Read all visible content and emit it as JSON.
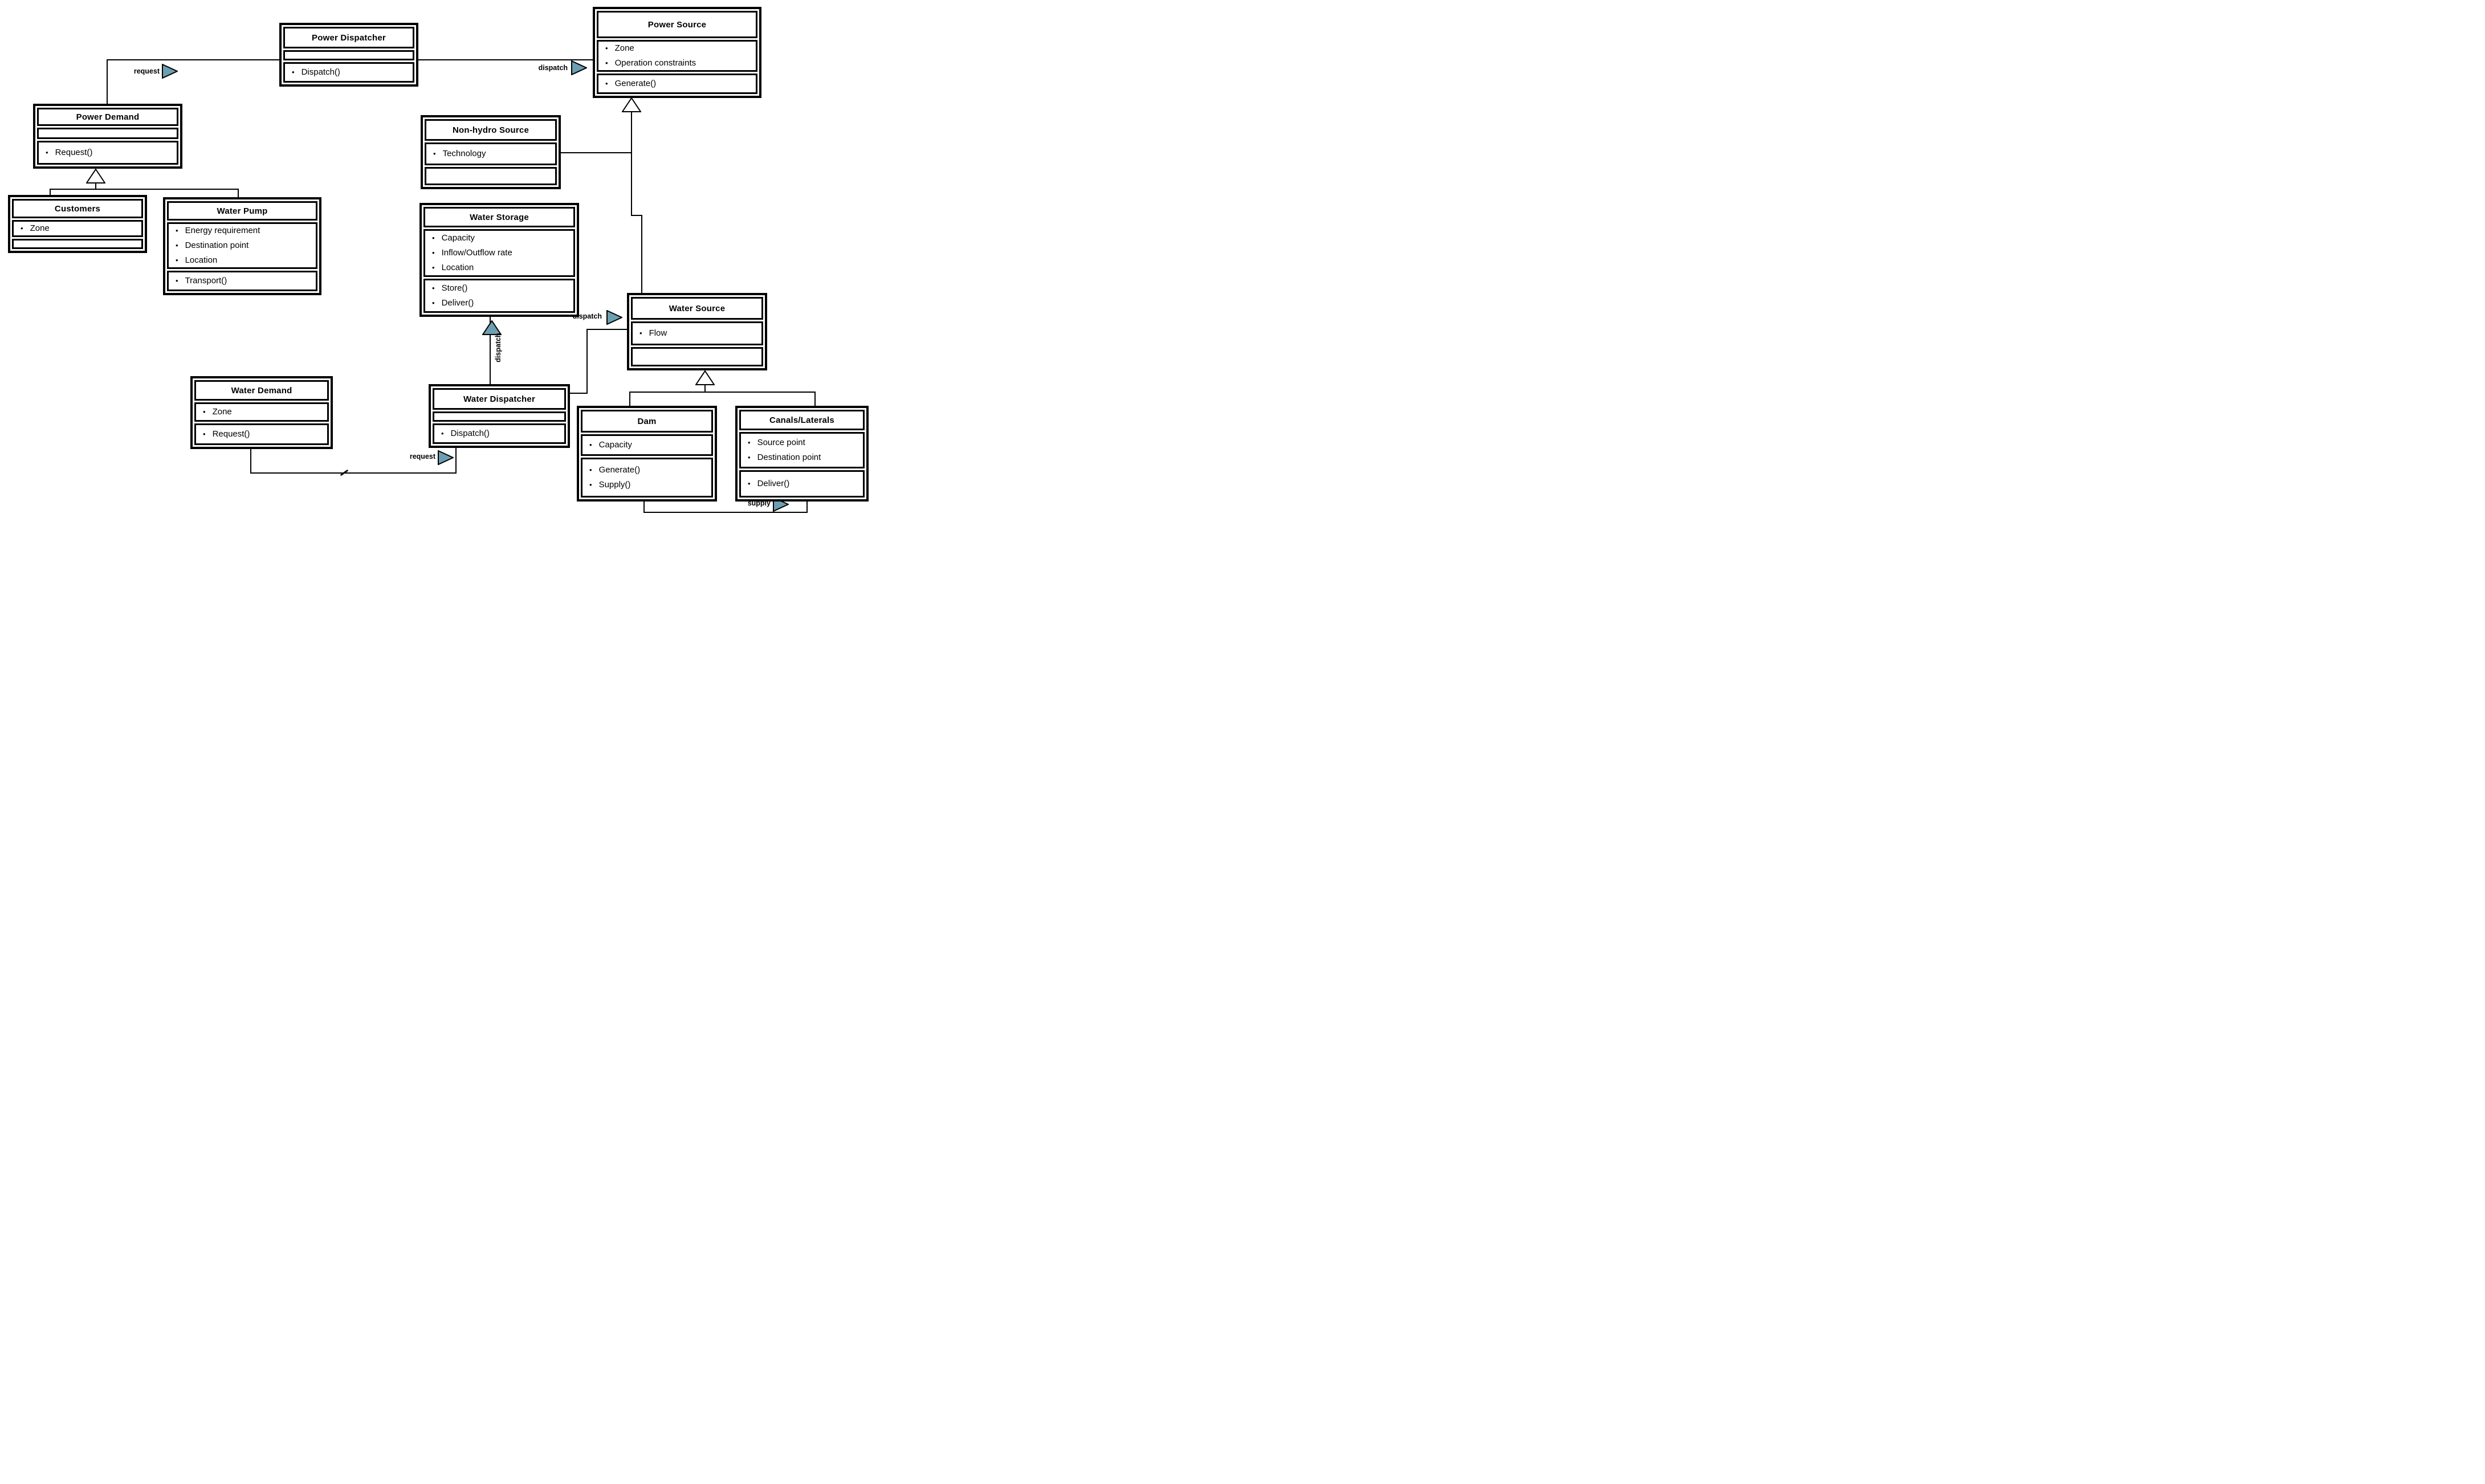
{
  "diagram": {
    "classes": {
      "power_dispatcher": {
        "name": "Power Dispatcher",
        "attributes": [],
        "operations": [
          "Dispatch()"
        ]
      },
      "power_source": {
        "name": "Power Source",
        "attributes": [
          "Zone",
          "Operation constraints"
        ],
        "operations": [
          "Generate()"
        ]
      },
      "power_demand": {
        "name": "Power Demand",
        "attributes": [],
        "operations": [
          "Request()"
        ]
      },
      "non_hydro_source": {
        "name": "Non-hydro Source",
        "attributes": [
          "Technology"
        ],
        "operations": []
      },
      "customers": {
        "name": "Customers",
        "attributes": [
          "Zone"
        ],
        "operations": []
      },
      "water_pump": {
        "name": "Water Pump",
        "attributes": [
          "Energy requirement",
          "Destination point",
          "Location"
        ],
        "operations": [
          "Transport()"
        ]
      },
      "water_storage": {
        "name": "Water Storage",
        "attributes": [
          "Capacity",
          "Inflow/Outflow rate",
          "Location"
        ],
        "operations": [
          "Store()",
          "Deliver()"
        ]
      },
      "water_source": {
        "name": "Water Source",
        "attributes": [
          "Flow"
        ],
        "operations": []
      },
      "water_demand": {
        "name": "Water Demand",
        "attributes": [
          "Zone"
        ],
        "operations": [
          "Request()"
        ]
      },
      "water_dispatcher": {
        "name": "Water Dispatcher",
        "attributes": [],
        "operations": [
          "Dispatch()"
        ]
      },
      "dam": {
        "name": "Dam",
        "attributes": [
          "Capacity"
        ],
        "operations": [
          "Generate()",
          "Supply()"
        ]
      },
      "canals_laterals": {
        "name": "Canals/Laterals",
        "attributes": [
          "Source point",
          "Destination point"
        ],
        "operations": [
          "Deliver()"
        ]
      }
    },
    "edge_labels": {
      "power_request": "request",
      "power_dispatch": "dispatch",
      "storage_dispatch": "dispatch",
      "water_dispatch": "dispatch",
      "water_request": "request",
      "supply": "supply"
    },
    "colors": {
      "arrow_fill": "#6d9fb3",
      "line": "#000000"
    }
  }
}
